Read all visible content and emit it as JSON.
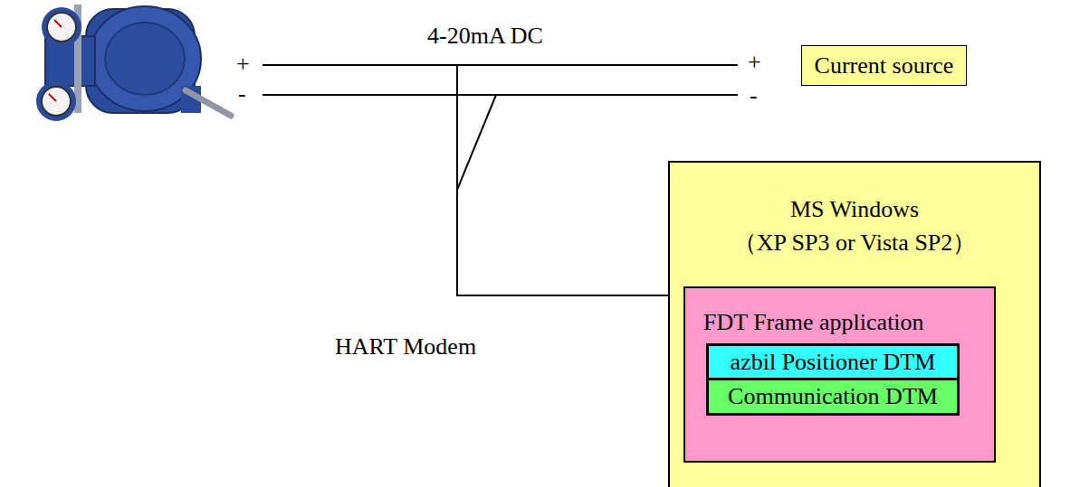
{
  "diagram": {
    "nodes": [
      {
        "text": [
          "Current source"
        ]
      },
      {
        "text": [
          "MS Windows",
          "（XP SP3 or Vista SP2）"
        ]
      },
      {
        "text": [
          "FDT Frame application"
        ],
        "in": 1
      },
      {
        "text": [
          "azbil Positioner  DTM"
        ],
        "in": 2
      },
      {
        "text": [
          "Communication DTM"
        ],
        "in": 2
      }
    ],
    "labels": [
      "4-20mA DC",
      "+",
      "-",
      "+",
      "-",
      "HART Modem"
    ]
  }
}
